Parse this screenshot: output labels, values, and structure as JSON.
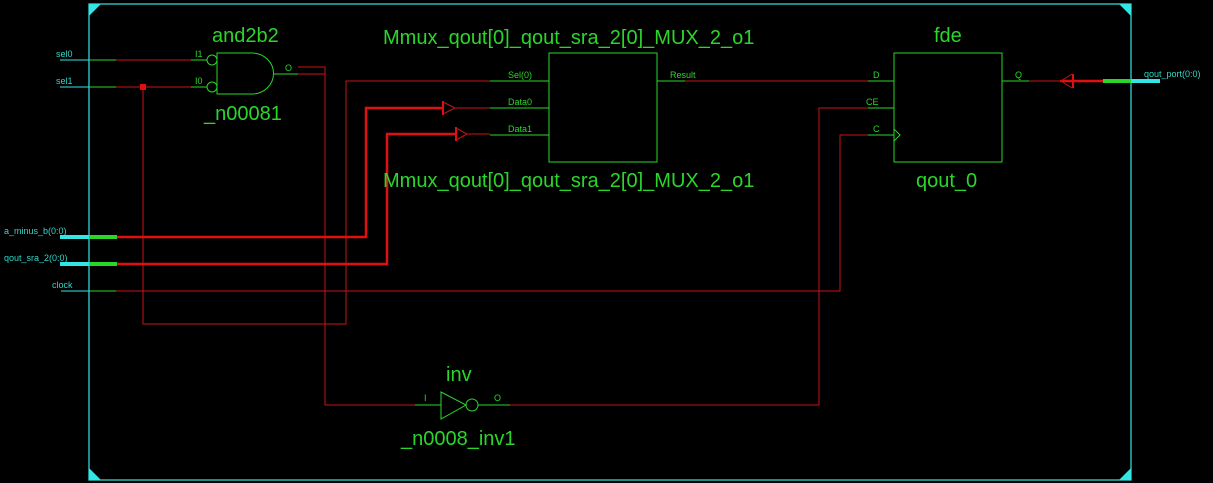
{
  "colors": {
    "background": "#000000",
    "frame": "#33e6e6",
    "symbol": "#2bd62b",
    "wire": "#c81414",
    "port_text": "#33d6c8"
  },
  "ports": {
    "sel0": "sel0",
    "sel1": "sel1",
    "a_minus_b": "a_minus_b(0:0)",
    "qout_sra_2": "qout_sra_2(0:0)",
    "clock": "clock",
    "qout_port": "qout_port(0:0)"
  },
  "and_gate": {
    "type": "and2b2",
    "instance": "_n00081",
    "pins": {
      "i1": "I1",
      "i0": "I0",
      "o": "O"
    }
  },
  "mux": {
    "type": "Mmux_qout[0]_qout_sra_2[0]_MUX_2_o1",
    "instance": "Mmux_qout[0]_qout_sra_2[0]_MUX_2_o1",
    "pins": {
      "sel": "Sel(0)",
      "data0": "Data0",
      "data1": "Data1",
      "result": "Result"
    }
  },
  "ff": {
    "type": "fde",
    "instance": "qout_0",
    "pins": {
      "d": "D",
      "ce": "CE",
      "c": "C",
      "q": "Q"
    }
  },
  "inverter": {
    "type": "inv",
    "instance": "_n0008_inv1",
    "pins": {
      "i": "I",
      "o": "O"
    }
  }
}
